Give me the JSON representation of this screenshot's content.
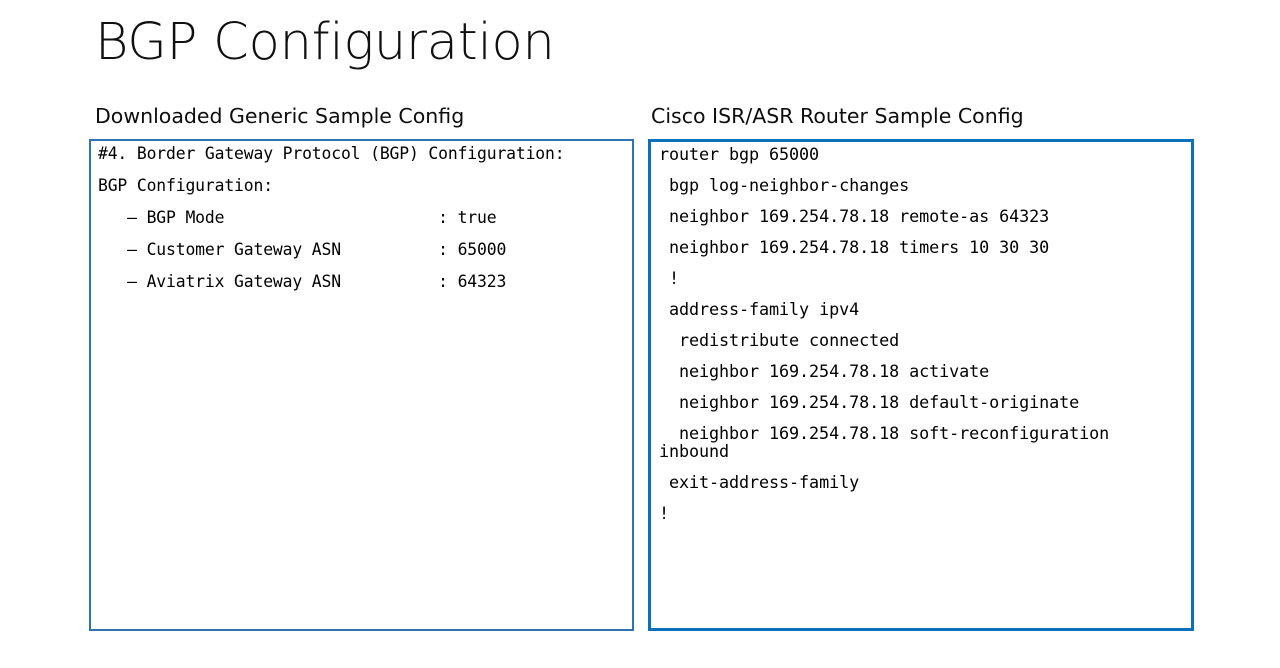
{
  "slide": {
    "title": "BGP Configuration"
  },
  "columns": {
    "left": {
      "heading": "Downloaded Generic Sample Config",
      "border_color": "#2E74B5",
      "code_lines": [
        "#4. Border Gateway Protocol (BGP) Configuration:",
        "BGP Configuration:",
        "   – BGP Mode                      : true",
        "   – Customer Gateway ASN          : 65000",
        "   – Aviatrix Gateway ASN          : 64323"
      ]
    },
    "right": {
      "heading": "Cisco ISR/ASR Router Sample Config",
      "border_color": "#0B72B9",
      "code_lines": [
        "router bgp 65000",
        " bgp log-neighbor-changes",
        " neighbor 169.254.78.18 remote-as 64323",
        " neighbor 169.254.78.18 timers 10 30 30",
        " !",
        " address-family ipv4",
        "  redistribute connected",
        "  neighbor 169.254.78.18 activate",
        "  neighbor 169.254.78.18 default-originate",
        "  neighbor 169.254.78.18 soft-reconfiguration inbound",
        " exit-address-family",
        "!"
      ]
    }
  }
}
